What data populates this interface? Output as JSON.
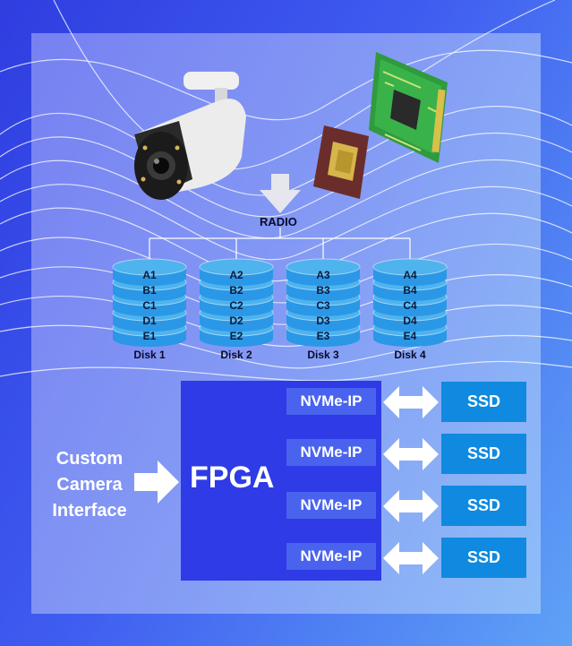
{
  "radio_label": "RADIO",
  "disks": [
    {
      "name": "Disk 1",
      "blocks": [
        "A1",
        "B1",
        "C1",
        "D1",
        "E1"
      ]
    },
    {
      "name": "Disk 2",
      "blocks": [
        "A2",
        "B2",
        "C2",
        "D2",
        "E2"
      ]
    },
    {
      "name": "Disk 3",
      "blocks": [
        "A3",
        "B3",
        "C3",
        "D3",
        "E3"
      ]
    },
    {
      "name": "Disk 4",
      "blocks": [
        "A4",
        "B4",
        "C4",
        "D4",
        "E4"
      ]
    }
  ],
  "fpga": {
    "title": "FPGA",
    "input_label_lines": [
      "Custom",
      "Camera",
      "Interface"
    ],
    "nvme_labels": [
      "NVMe-IP",
      "NVMe-IP",
      "NVMe-IP",
      "NVMe-IP"
    ],
    "ssd_labels": [
      "SSD",
      "SSD",
      "SSD",
      "SSD"
    ]
  },
  "colors": {
    "disk_top": "#4fb3ee",
    "disk_body": "#2a98e6",
    "fpga": "#2e3be6",
    "nvme": "#4a63ee",
    "ssd": "#0f8ae0"
  },
  "icons": [
    "security-camera-icon",
    "processor-chip-icon",
    "circuit-board-icon",
    "down-arrow-icon",
    "double-arrow-icon"
  ]
}
